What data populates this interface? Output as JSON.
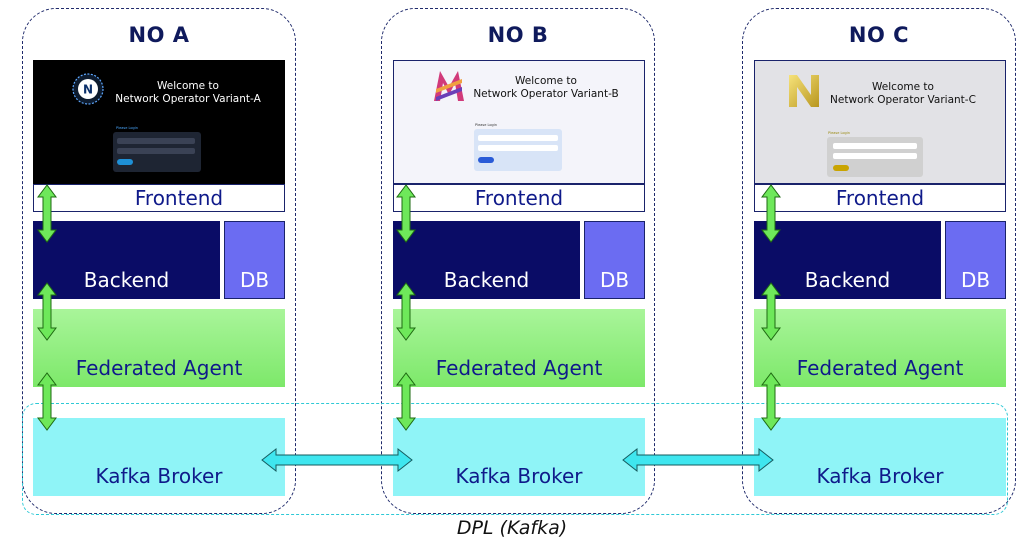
{
  "columns": [
    {
      "title": "NO A",
      "welcome_line1": "Welcome to",
      "welcome_line2": "Network Operator Variant-A",
      "login_title": "Please Login",
      "frontend": "Frontend",
      "backend": "Backend",
      "db": "DB",
      "agent": "Federated Agent",
      "broker": "Kafka Broker",
      "logo_icon": "globe-n-logo-icon",
      "theme": {
        "bg": "#000000",
        "text": "#ffffff",
        "card": "#1e2533",
        "button": "#1e90d6"
      }
    },
    {
      "title": "NO B",
      "welcome_line1": "Welcome to",
      "welcome_line2": "Network Operator Variant-B",
      "login_title": "Please Login",
      "frontend": "Frontend",
      "backend": "Backend",
      "db": "DB",
      "agent": "Federated Agent",
      "broker": "Kafka Broker",
      "logo_icon": "striped-m-logo-icon",
      "theme": {
        "bg": "#f4f4fa",
        "text": "#111111",
        "card": "#d8e4f7",
        "button": "#2a5bd7"
      }
    },
    {
      "title": "NO C",
      "welcome_line1": "Welcome to",
      "welcome_line2": "Network Operator Variant-C",
      "login_title": "Please Login",
      "frontend": "Frontend",
      "backend": "Backend",
      "db": "DB",
      "agent": "Federated Agent",
      "broker": "Kafka Broker",
      "logo_icon": "gold-n-logo-icon",
      "theme": {
        "bg": "#e2e2e6",
        "text": "#111111",
        "card": "#d0d0d0",
        "button": "#c9a400"
      }
    }
  ],
  "dpl_label": "DPL (Kafka)",
  "colors": {
    "frame": "#1f2a6b",
    "backend": "#0a0c66",
    "db": "#6b6cf2",
    "agent": "#8ae87a",
    "broker": "#8ff4f7",
    "arrow_vertical": "#6ee85a",
    "arrow_horizontal": "#3fe6ef",
    "dpl_border": "#2ec9d6"
  }
}
